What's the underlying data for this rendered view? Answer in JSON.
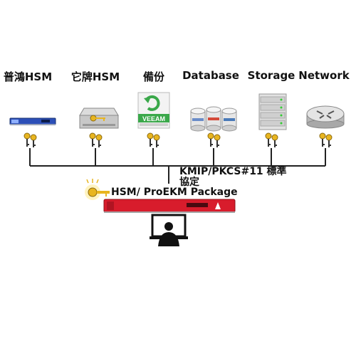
{
  "categories": [
    {
      "id": "generic-hsm",
      "label": "普鴻HSM",
      "icon": "rack-server-blue-icon"
    },
    {
      "id": "other-hsm",
      "label": "它牌HSM",
      "icon": "hsm-appliance-key-icon"
    },
    {
      "id": "backup",
      "label": "備份",
      "icon": "veeam-backup-icon",
      "logo_text": "VEEAM"
    },
    {
      "id": "database",
      "label": "Database",
      "icon": "database-cylinders-icon"
    },
    {
      "id": "storage",
      "label": "Storage",
      "icon": "storage-array-icon"
    },
    {
      "id": "network",
      "label": "Network",
      "icon": "router-icon"
    }
  ],
  "protocol_label": "KMIP/PKCS#11 標準協定",
  "central_label": "HSM/ ProEKM Package",
  "central_icons": [
    "key-icon",
    "red-rack-appliance-icon",
    "operator-workstation-icon"
  ],
  "colors": {
    "line": "#222222",
    "key_gold": "#e8b520",
    "appliance_red": "#d81c2c",
    "server_blue": "#2c4fb8"
  }
}
